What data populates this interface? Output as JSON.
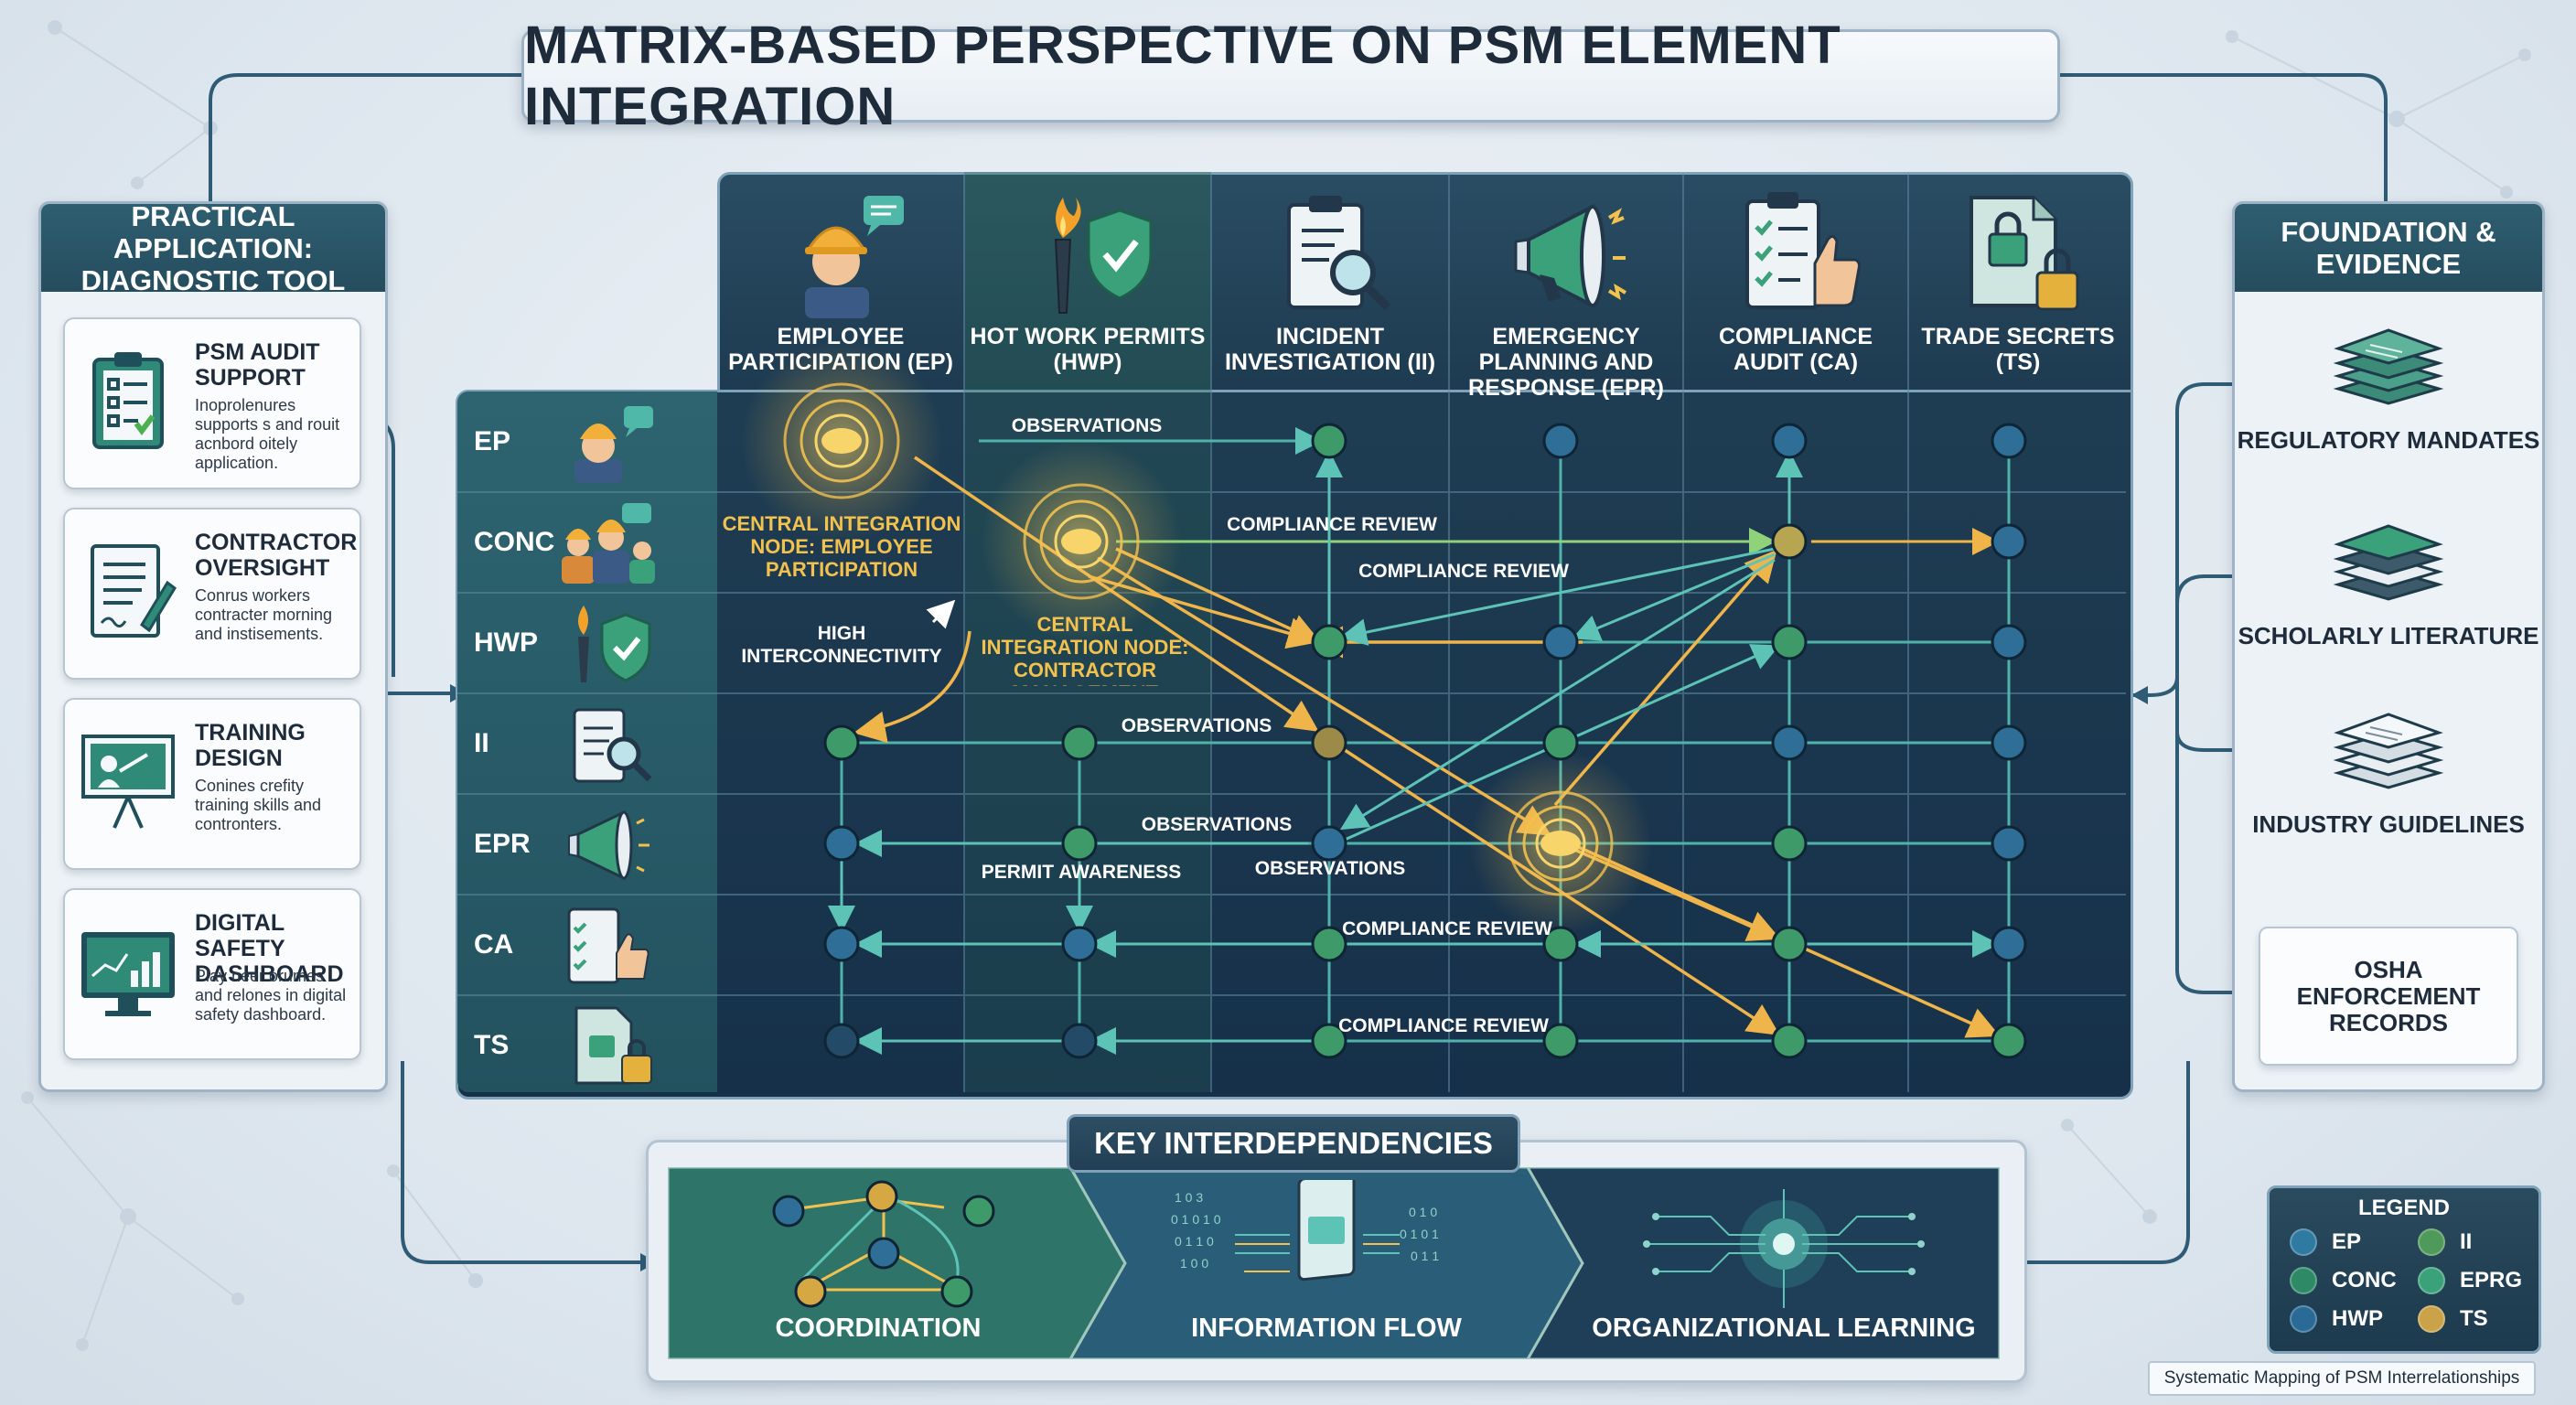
{
  "title": "MATRIX-BASED PERSPECTIVE ON PSM ELEMENT INTEGRATION",
  "left_panel": {
    "header": "PRACTICAL APPLICATION: DIAGNOSTIC TOOL",
    "cards": [
      {
        "title": "PSM AUDIT SUPPORT",
        "desc": "Inoprolenures supports s and rouit acnbord oitely application.",
        "icon": "clipboard-check-icon"
      },
      {
        "title": "CONTRACTOR OVERSIGHT",
        "desc": "Conrus workers contracter morning and instisements.",
        "icon": "document-pen-icon"
      },
      {
        "title": "TRAINING DESIGN",
        "desc": "Conines crefity training skills and contronters.",
        "icon": "presentation-board-icon"
      },
      {
        "title": "DIGITAL SAFETY DASHBOARD",
        "desc": "Play neer orumes and relones in digital safety dashboard.",
        "icon": "monitor-chart-icon"
      }
    ]
  },
  "right_panel": {
    "header": "FOUNDATION & EVIDENCE",
    "items": [
      {
        "label": "REGULATORY MANDATES",
        "icon": "document-stack-icon"
      },
      {
        "label": "SCHOLARLY LITERATURE",
        "icon": "book-stack-icon"
      },
      {
        "label": "INDUSTRY GUIDELINES",
        "icon": "paper-stack-icon"
      }
    ],
    "osha": "OSHA ENFORCEMENT RECORDS"
  },
  "matrix": {
    "columns": [
      {
        "label": "EMPLOYEE PARTICIPATION (EP)",
        "icon": "worker-speech-icon"
      },
      {
        "label": "HOT WORK PERMITS (HWP)",
        "icon": "torch-shield-icon"
      },
      {
        "label": "INCIDENT INVESTIGATION (II)",
        "icon": "clipboard-magnifier-icon"
      },
      {
        "label": "EMERGENCY PLANNING AND RESPONSE (EPR)",
        "icon": "megaphone-icon"
      },
      {
        "label": "COMPLIANCE AUDIT (CA)",
        "icon": "checklist-thumbsup-icon"
      },
      {
        "label": "TRADE SECRETS (TS)",
        "icon": "document-lock-icon"
      }
    ],
    "rows": [
      {
        "label": "EP",
        "icon": "worker-speech-icon"
      },
      {
        "label": "CONC",
        "icon": "worker-group-icon"
      },
      {
        "label": "HWP",
        "icon": "torch-shield-icon"
      },
      {
        "label": "II",
        "icon": "clipboard-magnifier-icon"
      },
      {
        "label": "EPR",
        "icon": "megaphone-icon"
      },
      {
        "label": "CA",
        "icon": "checklist-thumbsup-icon"
      },
      {
        "label": "TS",
        "icon": "document-lock-icon"
      }
    ],
    "flow_labels": {
      "observations": "OBSERVATIONS",
      "compliance_review": "COMPLIANCE REVIEW",
      "permit_awareness": "PERMIT AWARENESS",
      "high_interconnectivity": "HIGH INTERCONNECTIVITY"
    },
    "hubs": {
      "ep": "CENTRAL INTEGRATION NODE: EMPLOYEE PARTICIPATION",
      "cm": "CENTRAL INTEGRATION NODE: CONTRACTOR MANAGEMENT"
    }
  },
  "key": {
    "title": "KEY INTERDEPENDENCIES",
    "items": [
      "COORDINATION",
      "INFORMATION FLOW",
      "ORGANIZATIONAL LEARNING"
    ]
  },
  "legend": {
    "title": "LEGEND",
    "entries": [
      {
        "label": "EP",
        "color": "#2f7aa0"
      },
      {
        "label": "II",
        "color": "#4f9a5a"
      },
      {
        "label": "CONC",
        "color": "#2e8a66"
      },
      {
        "label": "EPRG",
        "color": "#3aa17a"
      },
      {
        "label": "HWP",
        "color": "#2a6a96"
      },
      {
        "label": "TS",
        "color": "#c9a24a"
      }
    ]
  },
  "caption": "Systematic Mapping of PSM Interrelationships",
  "colors": {
    "gold": "#f2c14e",
    "teal": "#3aa7a0",
    "green": "#4e9a5c",
    "blue": "#2f6e97",
    "navy": "#1d3a50"
  }
}
